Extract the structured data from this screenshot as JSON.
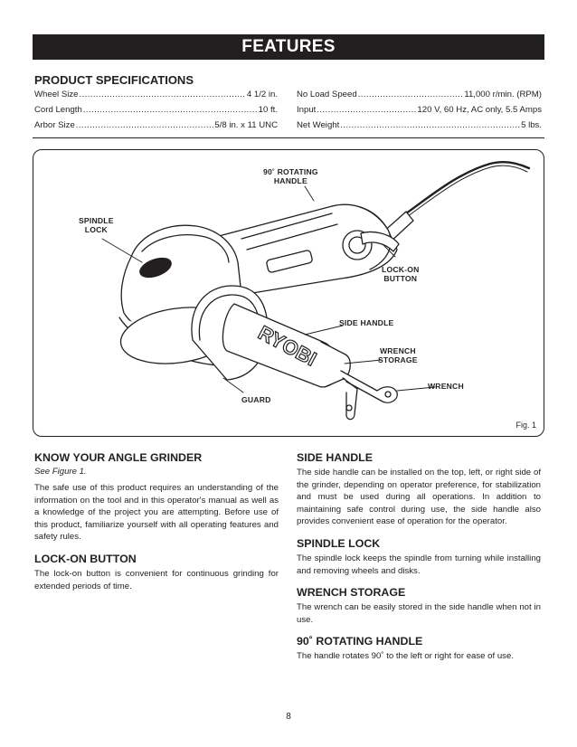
{
  "banner": "FEATURES",
  "specs": {
    "title": "PRODUCT SPECIFICATIONS",
    "left": [
      {
        "label": "Wheel Size",
        "value": "4 1/2 in."
      },
      {
        "label": "Cord Length",
        "value": "10 ft."
      },
      {
        "label": "Arbor Size",
        "value": "5/8 in. x 11 UNC"
      }
    ],
    "right": [
      {
        "label": "No Load Speed",
        "value": "11,000 r/min. (RPM)"
      },
      {
        "label": "Input",
        "value": "120 V, 60 Hz, AC only, 5.5 Amps"
      },
      {
        "label": "Net Weight",
        "value": "5 lbs."
      }
    ]
  },
  "figure": {
    "brand": "RYOBI",
    "callouts": {
      "rotating_handle": "90˚ ROTATING\nHANDLE",
      "spindle_lock": "SPINDLE\nLOCK",
      "lock_on_button": "LOCK-ON\nBUTTON",
      "side_handle": "SIDE HANDLE",
      "wrench_storage": "WRENCH\nSTORAGE",
      "wrench": "WRENCH",
      "guard": "GUARD"
    },
    "caption": "Fig. 1"
  },
  "sections": {
    "know": {
      "title": "KNOW YOUR ANGLE GRINDER",
      "subtitle": "See Figure 1.",
      "body": "The safe use of this product requires an understanding of the information on the tool and in this operator's manual as well as a knowledge of the project you are attempting. Before use of this product, familiarize yourself with all operating features and safety rules."
    },
    "lock_on": {
      "title": "LOCK-ON BUTTON",
      "body": "The lock-on button is convenient for continuous grinding for extended periods of time."
    },
    "side_handle": {
      "title": "SIDE HANDLE",
      "body": "The side handle can be installed on the top, left, or right side of the grinder, depending on operator preference, for stabilization and must be used during all operations. In addition to maintaining safe control during use, the side handle also provides convenient ease of operation for the operator."
    },
    "spindle_lock": {
      "title": "SPINDLE LOCK",
      "body": "The spindle lock keeps the spindle from turning while installing and removing wheels and disks."
    },
    "wrench_storage": {
      "title": "WRENCH STORAGE",
      "body": "The wrench can be easily stored in the side handle when not in use."
    },
    "rotating_handle": {
      "title": "90˚ ROTATING HANDLE",
      "body": "The handle rotates 90˚ to the left or right for ease of use."
    }
  },
  "page_number": "8"
}
